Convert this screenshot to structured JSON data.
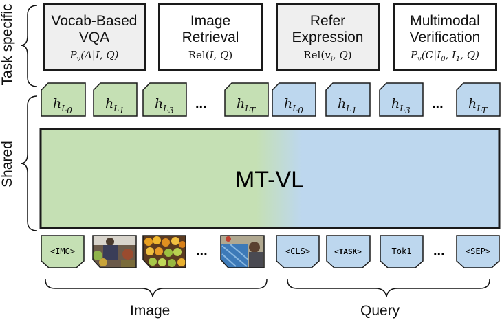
{
  "tasks": [
    {
      "title": "Vocab-Based\nVQA",
      "formula": "Pv(A|I,Q)",
      "shaded": true
    },
    {
      "title": "Image\nRetrieval",
      "formula": "Rel(I,Q)",
      "shaded": false
    },
    {
      "title": "Refer\nExpression",
      "formula": "Rel(vi,Q)",
      "shaded": true
    },
    {
      "title": "Multimodal\nVerification",
      "formula": "Pv(C|I0,I1,Q)",
      "shaded": false
    }
  ],
  "side_labels": {
    "task_specific": "Task specific",
    "shared": "Shared"
  },
  "model": {
    "label": "MT-VL"
  },
  "hidden_states": {
    "image": [
      "L0",
      "L1",
      "L3",
      "...",
      "LT"
    ],
    "query": [
      "L0",
      "L1",
      "L3",
      "...",
      "LT"
    ],
    "symbol": "h"
  },
  "image_tokens": [
    "<IMG>",
    "photo",
    "photo",
    "...",
    "photo"
  ],
  "query_tokens": [
    "<CLS>",
    "<TASK>",
    "Tok1",
    "...",
    "<SEP>"
  ],
  "bottom_labels": {
    "image": "Image",
    "query": "Query"
  },
  "colors": {
    "green": "#c5e0b4",
    "blue": "#bdd7ee",
    "border": "#1a1a1a"
  }
}
